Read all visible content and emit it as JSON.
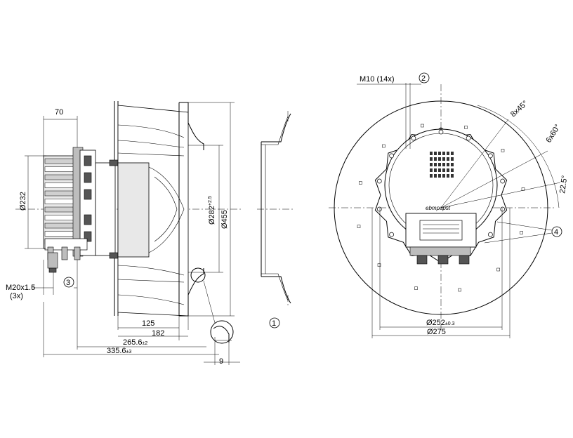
{
  "side_view": {
    "width_label": "70",
    "diameter_hub_label": "Ø232",
    "thread_label": "M20x1.5",
    "thread_count_label": "(3x)",
    "dim_a": "125",
    "dim_b": "182",
    "dim_c_value": "265.6",
    "dim_c_tol": "±2",
    "dim_d_value": "335.6",
    "dim_d_tol": "±3",
    "inlet_label": "9",
    "d282_value": "Ø282",
    "d282_tol": "+2.5",
    "d455_label": "Ø455",
    "callout_3": "3",
    "callout_1": "1"
  },
  "front_view": {
    "bolt_label": "M10 (14x)",
    "callout_2": "2",
    "callout_4": "4",
    "angle_a": "8x45°",
    "angle_b": "6x60°",
    "angle_c": "22.5°",
    "d252_value": "Ø252",
    "d252_tol": "±0.3",
    "d275_label": "Ø275",
    "brand": "ebmpapst"
  }
}
